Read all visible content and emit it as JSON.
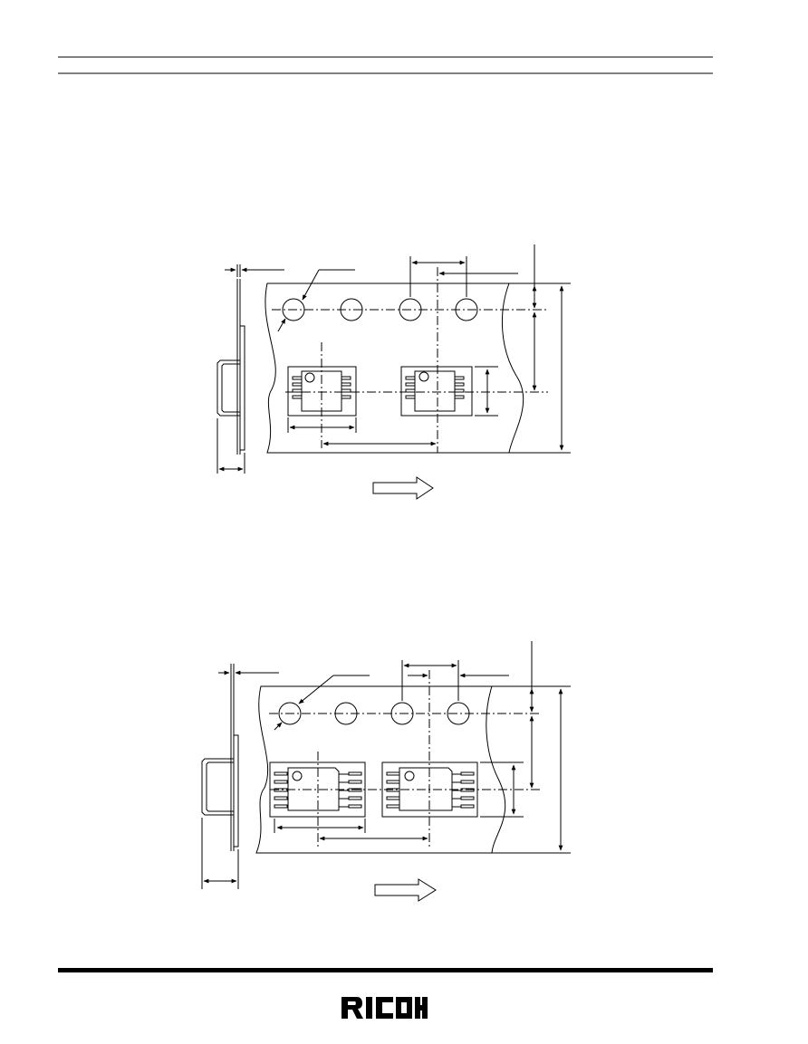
{
  "brand": {
    "name": "RICOH",
    "color": "#000000"
  },
  "colors": {
    "line": "#000000",
    "background": "#ffffff"
  },
  "figures": [
    {
      "name": "tape-diagram-8-pin",
      "leads_per_side": 4,
      "packages": 2,
      "sprocket_holes": 4,
      "feed_direction": "right"
    },
    {
      "name": "tape-diagram-10-pin",
      "leads_per_side": 5,
      "packages": 2,
      "sprocket_holes": 4,
      "feed_direction": "right"
    }
  ]
}
